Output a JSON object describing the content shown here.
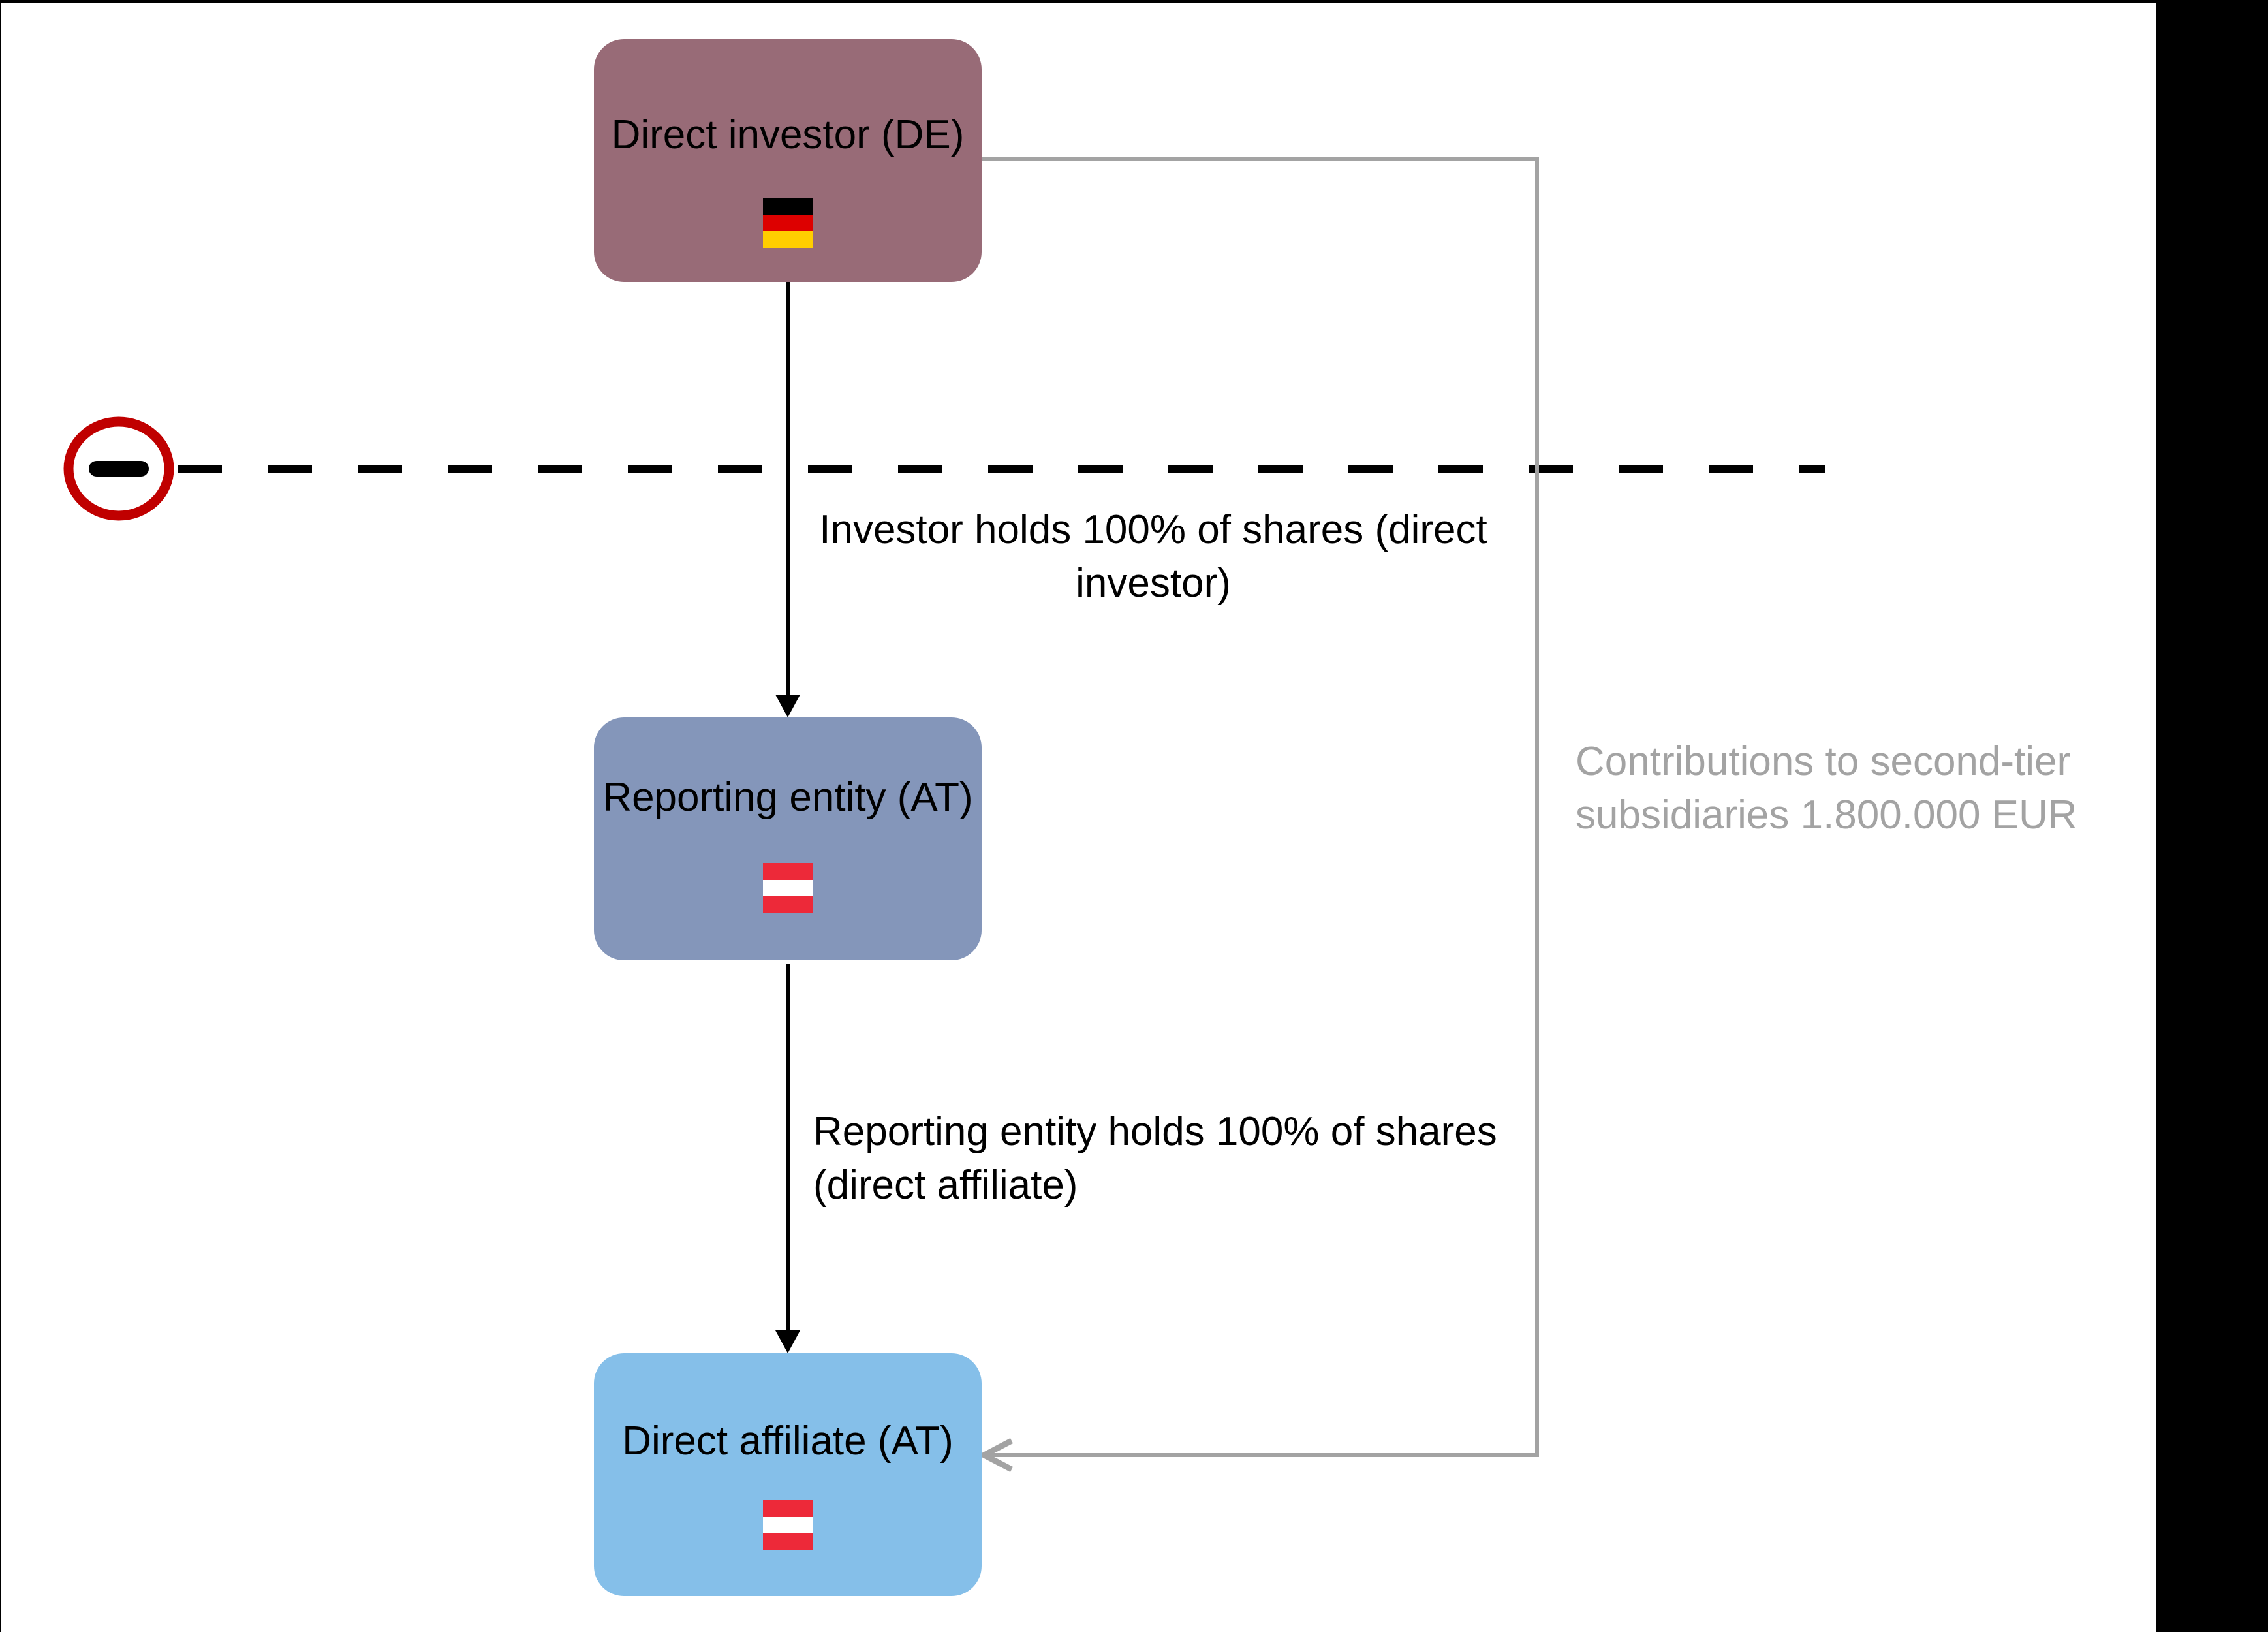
{
  "canvas": {
    "background": "#FFFFFF",
    "outside_color": "#000000"
  },
  "colors": {
    "connector_gray": "#A3A3A3",
    "arrow_black": "#000000",
    "no_entry_ring_red": "#C00000",
    "no_entry_bar_black": "#000000",
    "dashed_line_black": "#000000"
  },
  "nodes": [
    {
      "label": "Direct investor (DE)",
      "fill": "#986B77",
      "flag_name": "germany-flag",
      "flag_stripes": {
        "top": "#000000",
        "middle": "#DD0000",
        "bottom": "#FFCE00"
      }
    },
    {
      "label": "Reporting entity (AT)",
      "fill": "#8496BA",
      "flag_name": "austria-flag",
      "flag_stripes": {
        "top": "#ED2939",
        "middle": "#FFFFFF",
        "bottom": "#ED2939"
      }
    },
    {
      "label": "Direct affiliate (AT)",
      "fill": "#85BFE9",
      "flag_name": "austria-flag",
      "flag_stripes": {
        "top": "#ED2939",
        "middle": "#FFFFFF",
        "bottom": "#ED2939"
      }
    }
  ],
  "edges": {
    "investor_to_reporting": {
      "line1": "Investor holds 100% of shares (direct",
      "line2": "investor)"
    },
    "reporting_to_affiliate": {
      "line1": "Reporting entity holds 100% of shares",
      "line2": "(direct affiliate)"
    },
    "contribution": {
      "line1": "Contributions to second-tier",
      "line2": "subsidiaries 1.800.000 EUR"
    }
  }
}
